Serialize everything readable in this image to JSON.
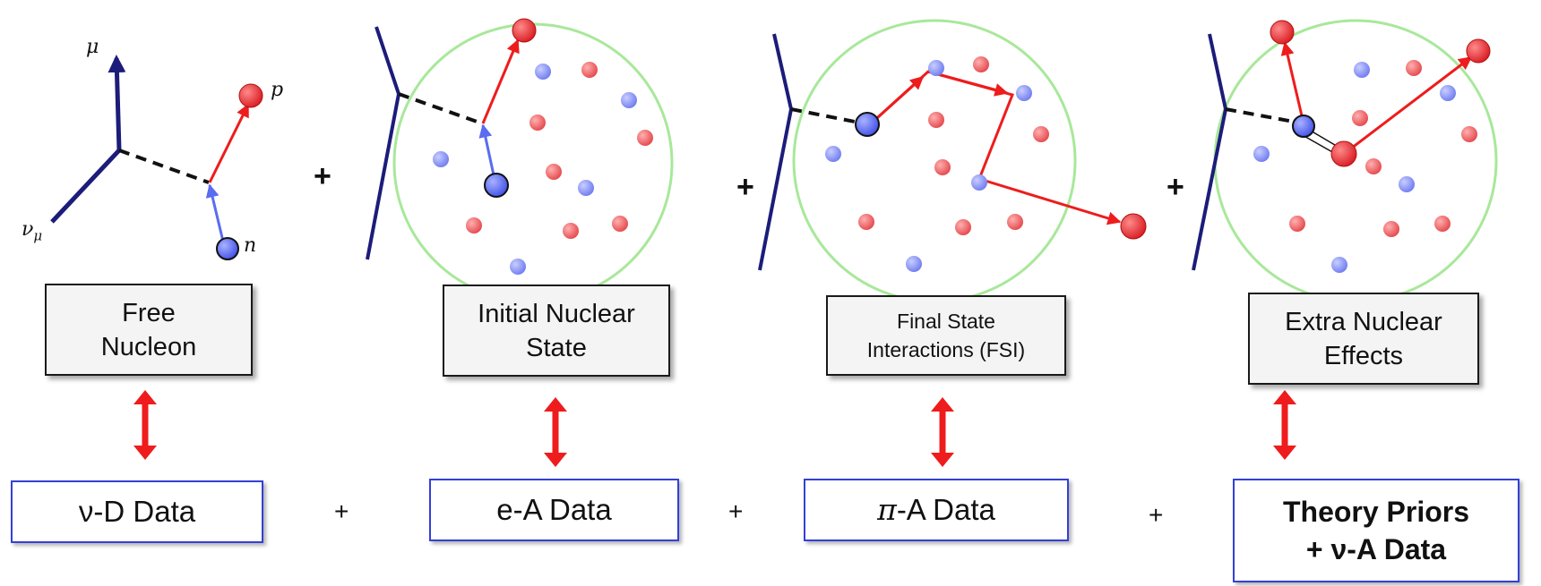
{
  "particles": {
    "muon": "μ",
    "proton": "p",
    "neutrino": "ν",
    "neutrino_sub": "μ",
    "neutron": "n"
  },
  "stages": [
    {
      "label": "Free\nNucleon"
    },
    {
      "label": "Initial Nuclear\nState"
    },
    {
      "label": "Final State\nInteractions (FSI)"
    },
    {
      "label": "Extra Nuclear\nEffects"
    }
  ],
  "data_sources": [
    {
      "label": "ν-D Data"
    },
    {
      "label": "e-A Data"
    },
    {
      "pi_symbol": "π",
      "label": "-A Data"
    },
    {
      "label": "Theory Priors\n+ ν-A Data"
    }
  ],
  "operators": {
    "plus": "+"
  },
  "colors": {
    "lepton_line": "#1c1c7a",
    "proton": "#e8262b",
    "neutron": "#4f5ff0",
    "nucleus_outline": "#a8e89a",
    "arrow": "#ee1c1c",
    "source_border": "#3340d8"
  }
}
